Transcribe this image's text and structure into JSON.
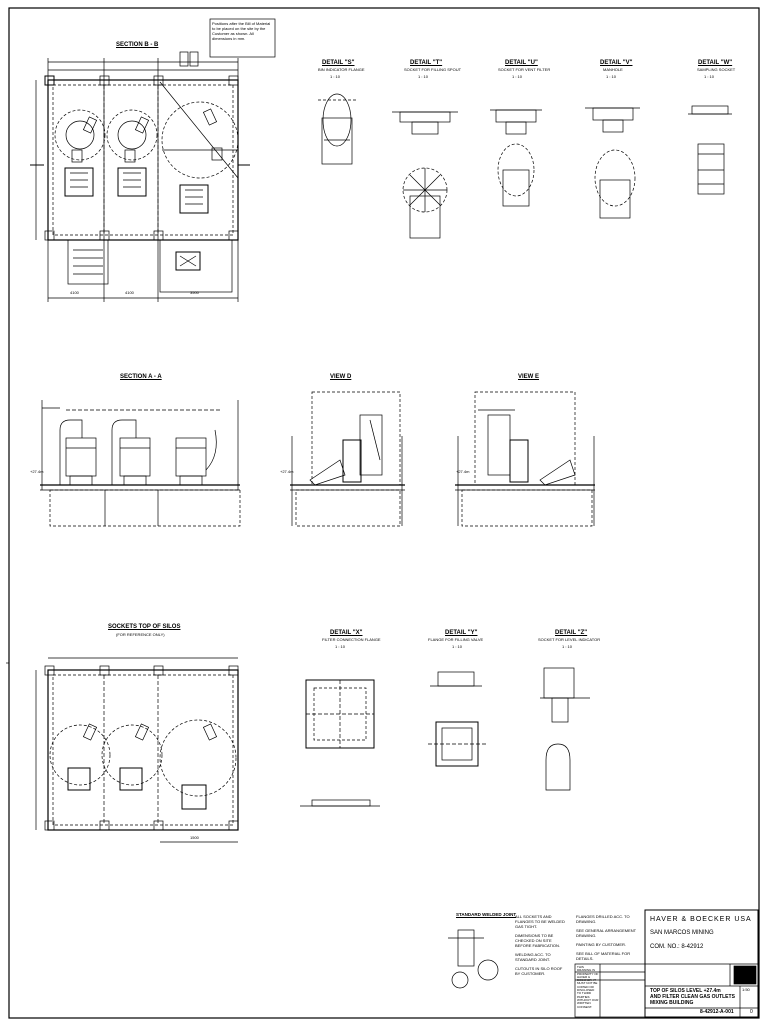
{
  "views": {
    "section_b": "SECTION B - B",
    "section_a": "SECTION A - A",
    "view_d": "VIEW D",
    "view_e": "VIEW E",
    "sockets": "SOCKETS TOP OF SILOS",
    "sockets_sub": "(FOR REFERENCE ONLY)"
  },
  "details": [
    {
      "title": "DETAIL \"S\"",
      "sub": "BIN INDICATOR FLANGE",
      "scale": "1 : 10"
    },
    {
      "title": "DETAIL \"T\"",
      "sub": "SOCKET FOR FILLING SPOUT",
      "scale": "1 : 10"
    },
    {
      "title": "DETAIL \"U\"",
      "sub": "SOCKET FOR VENT FILTER",
      "scale": "1 : 10"
    },
    {
      "title": "DETAIL \"V\"",
      "sub": "MANHOLE",
      "scale": "1 : 10"
    },
    {
      "title": "DETAIL \"W\"",
      "sub": "SAMPLING SOCKET",
      "scale": "1 : 10"
    },
    {
      "title": "DETAIL \"X\"",
      "sub": "FILTER CONNECTION FLANGE",
      "scale": "1 : 10"
    },
    {
      "title": "DETAIL \"Y\"",
      "sub": "FLANGE FOR FILLING VALVE",
      "scale": "1 : 10"
    },
    {
      "title": "DETAIL \"Z\"",
      "sub": "SOCKET FOR LEVEL INDICATOR",
      "scale": "1 : 10"
    }
  ],
  "note_box": "Positions after the Bill of Material to be placed on the site by the Customer as shown. All dimensions in mm.",
  "level_label": "+27.4m",
  "dims": {
    "d1": "4100",
    "d2": "4100",
    "d3": "3500",
    "d4": "1500"
  },
  "standard_title": "STANDARD WELDED JOINT",
  "notes_col1": [
    "ALL SOCKETS AND FLANGES TO BE WELDED GAS TIGHT.",
    "DIMENSIONS TO BE CHECKED ON SITE BEFORE FABRICATION.",
    "WELDING ACC. TO STANDARD JOINT.",
    "CUTOUTS IN SILO ROOF BY CUSTOMER."
  ],
  "notes_col2": [
    "FLANGES DRILLED ACC. TO DRAWING.",
    "SEE GENERAL ARRANGEMENT DRAWING.",
    "PAINTING BY CUSTOMER.",
    "SEE BILL OF MATERIAL FOR DETAILS."
  ],
  "tb_disclaimer": "THIS DRAWING IS PROPERTY OF HAVER & BOECKER. IT MUST NOT BE COPIED OR DISCLOSED TO THIRD PARTIES WITHOUT OUR WRITTEN CONSENT.",
  "title_block": {
    "company": "HAVER & BOECKER USA",
    "client": "SAN MARCOS MINING",
    "comm": "COM. NO.: 8-42912",
    "title1": "TOP OF SILOS LEVEL +27.4m",
    "title2": "AND FILTER CLEAN GAS OUTLETS",
    "title3": "MIXING BUILDING",
    "drawing_no": "8-42912-A-001",
    "rev": "0",
    "scale": "1:50"
  }
}
